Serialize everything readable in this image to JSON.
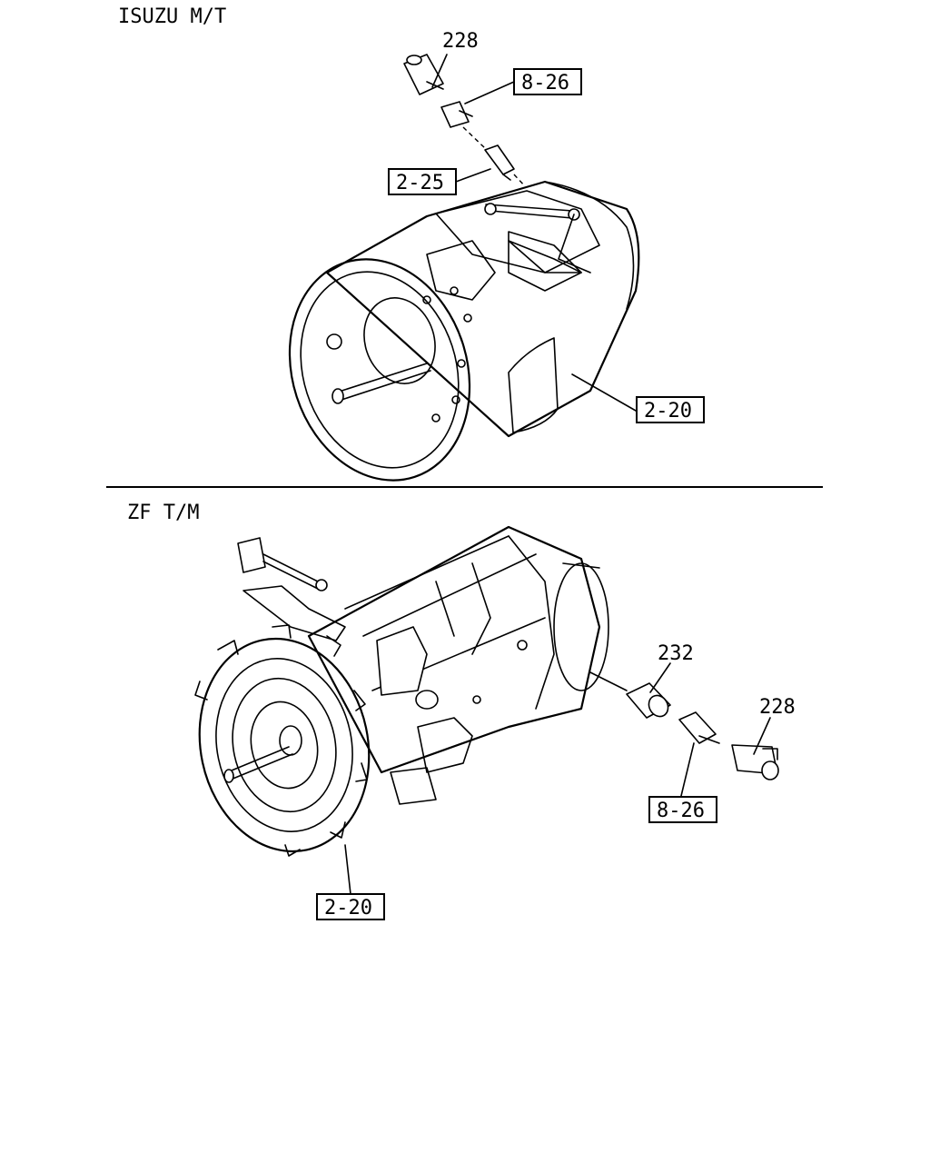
{
  "sections": [
    {
      "title": "ISUZU M/T",
      "callouts": [
        {
          "text": "228",
          "boxed": false
        },
        {
          "text": "8-26",
          "boxed": true
        },
        {
          "text": "2-25",
          "boxed": true
        },
        {
          "text": "2-20",
          "boxed": true
        }
      ]
    },
    {
      "title": "ZF T/M",
      "callouts": [
        {
          "text": "232",
          "boxed": false
        },
        {
          "text": "228",
          "boxed": false
        },
        {
          "text": "8-26",
          "boxed": true
        },
        {
          "text": "2-20",
          "boxed": true
        }
      ]
    }
  ]
}
